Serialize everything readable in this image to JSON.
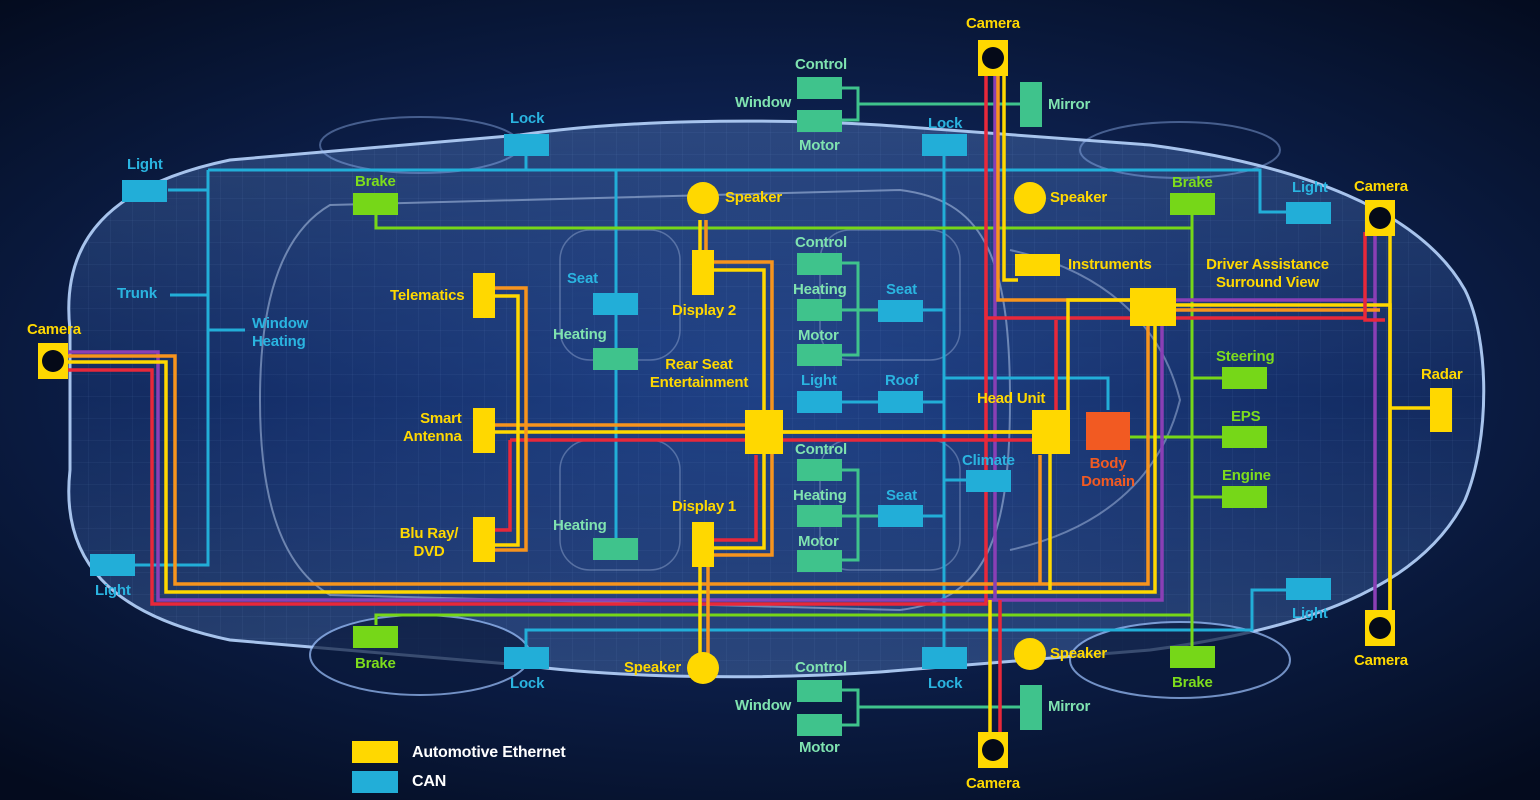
{
  "legend": {
    "ethernet": "Automotive Ethernet",
    "can": "CAN"
  },
  "colors": {
    "ethernet": "#ffd800",
    "can": "#22aed8",
    "body_network": "#76d718",
    "chassis_network": "#3fc38c",
    "red_link": "#e8283a",
    "orange_link": "#f7941d",
    "purple_link": "#8a3fb5",
    "body_domain": "#f25a22"
  },
  "labels": {
    "camera_top": "Camera",
    "camera_right_top": "Camera",
    "camera_right_bottom": "Camera",
    "camera_bottom": "Camera",
    "camera_left": "Camera",
    "control_top": "Control",
    "window_top": "Window",
    "motor_top": "Motor",
    "mirror_top": "Mirror",
    "lock_top_left": "Lock",
    "lock_top_right": "Lock",
    "light_top_left": "Light",
    "brake_top_left": "Brake",
    "speaker_top_mid": "Speaker",
    "speaker_top_right": "Speaker",
    "brake_top_right": "Brake",
    "light_top_right": "Light",
    "instruments": "Instruments",
    "driver_assistance": "Driver Assistance",
    "surround_view": "Surround View",
    "trunk": "Trunk",
    "window_heating_1": "Window",
    "window_heating_2": "Heating",
    "telematics": "Telematics",
    "seat_rear": "Seat",
    "heating_rear_top": "Heating",
    "display_2": "Display 2",
    "rear_seat_1": "Rear Seat",
    "rear_seat_2": "Entertainment",
    "control_mid_top": "Control",
    "heating_mid_top": "Heating",
    "motor_mid_top": "Motor",
    "seat_mid_top": "Seat",
    "light_mid": "Light",
    "roof": "Roof",
    "head_unit": "Head Unit",
    "steering": "Steering",
    "radar": "Radar",
    "smart_antenna_1": "Smart",
    "smart_antenna_2": "Antenna",
    "eps": "EPS",
    "body_domain_1": "Body",
    "body_domain_2": "Domain",
    "control_mid_bottom": "Control",
    "heating_mid_bottom": "Heating",
    "motor_mid_bottom": "Motor",
    "seat_mid_bottom": "Seat",
    "climate": "Climate",
    "engine": "Engine",
    "bluray_1": "Blu Ray/",
    "bluray_2": "DVD",
    "heating_rear_bottom": "Heating",
    "display_1": "Display 1",
    "light_bottom_left": "Light",
    "light_bottom_right": "Light",
    "brake_bottom_left": "Brake",
    "lock_bottom_left": "Lock",
    "speaker_bottom_mid": "Speaker",
    "lock_bottom_right": "Lock",
    "speaker_bottom_right": "Speaker",
    "brake_bottom_right": "Brake",
    "control_bottom": "Control",
    "window_bottom": "Window",
    "motor_bottom": "Motor",
    "mirror_bottom": "Mirror"
  }
}
